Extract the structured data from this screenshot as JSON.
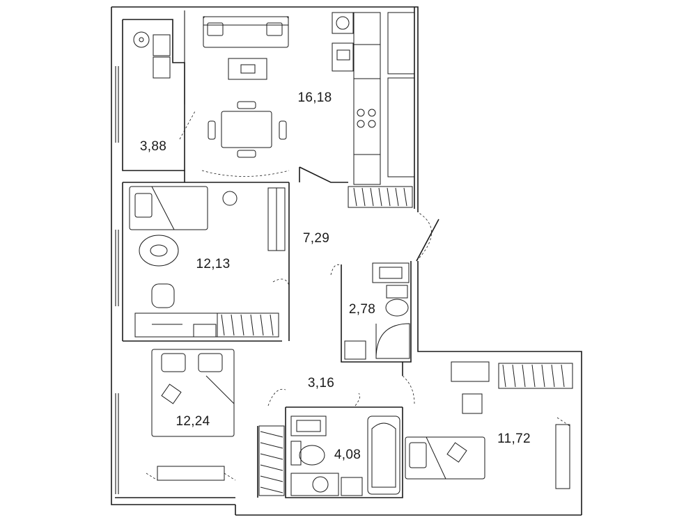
{
  "rooms": {
    "balcony": "3,88",
    "kitchen_living": "16,18",
    "hall": "7,29",
    "bedroom_1": "12,13",
    "bathroom_small": "2,78",
    "corridor": "3,16",
    "bedroom_2": "12,24",
    "bathroom": "4,08",
    "bedroom_3": "11,72"
  },
  "colors": {
    "line": "#1a1a1a",
    "background": "#ffffff"
  }
}
